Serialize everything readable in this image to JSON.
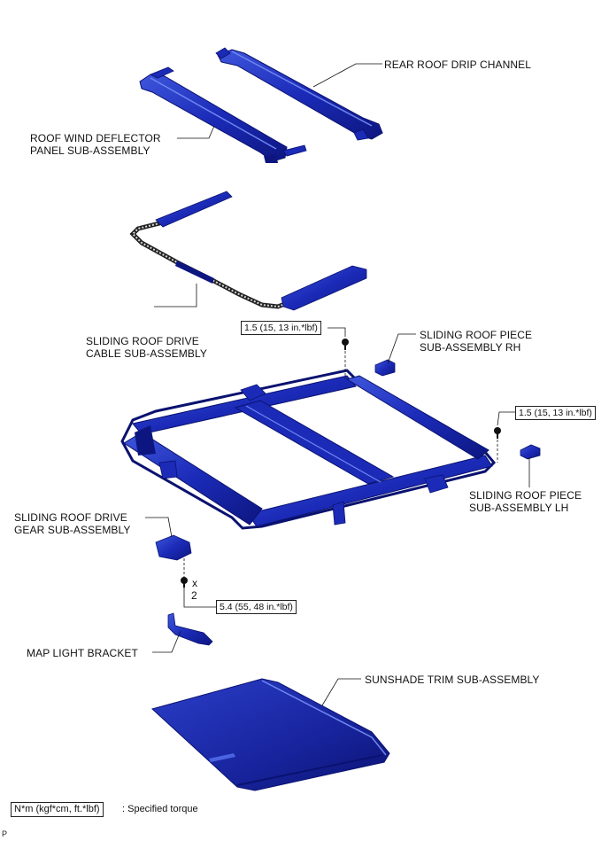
{
  "labels": {
    "rear_roof_drip_channel": "REAR ROOF DRIP CHANNEL",
    "roof_wind_deflector_1": "ROOF WIND DEFLECTOR",
    "roof_wind_deflector_2": "PANEL SUB-ASSEMBLY",
    "drive_cable_1": "SLIDING ROOF DRIVE",
    "drive_cable_2": "CABLE SUB-ASSEMBLY",
    "piece_rh_1": "SLIDING ROOF PIECE",
    "piece_rh_2": "SUB-ASSEMBLY RH",
    "piece_lh_1": "SLIDING ROOF PIECE",
    "piece_lh_2": "SUB-ASSEMBLY LH",
    "drive_gear_1": "SLIDING ROOF DRIVE",
    "drive_gear_2": "GEAR SUB-ASSEMBLY",
    "map_light_bracket": "MAP LIGHT BRACKET",
    "sunshade_trim": "SUNSHADE TRIM SUB-ASSEMBLY"
  },
  "torques": {
    "piece_rh_bolt": "1.5 (15, 13 in.*lbf)",
    "piece_lh_bolt": "1.5 (15, 13 in.*lbf)",
    "drive_gear_screw": "5.4 (55, 48 in.*lbf)"
  },
  "quantity": {
    "symbol": "x",
    "count": "2"
  },
  "legend": {
    "unit_box": "N*m (kgf*cm, ft.*lbf)",
    "description": ": Specified torque"
  },
  "corner_mark": "P",
  "colors": {
    "part_blue": "#1b2bb8",
    "part_dark": "#0a1270",
    "part_light": "#4a63e0",
    "line": "#111111"
  }
}
